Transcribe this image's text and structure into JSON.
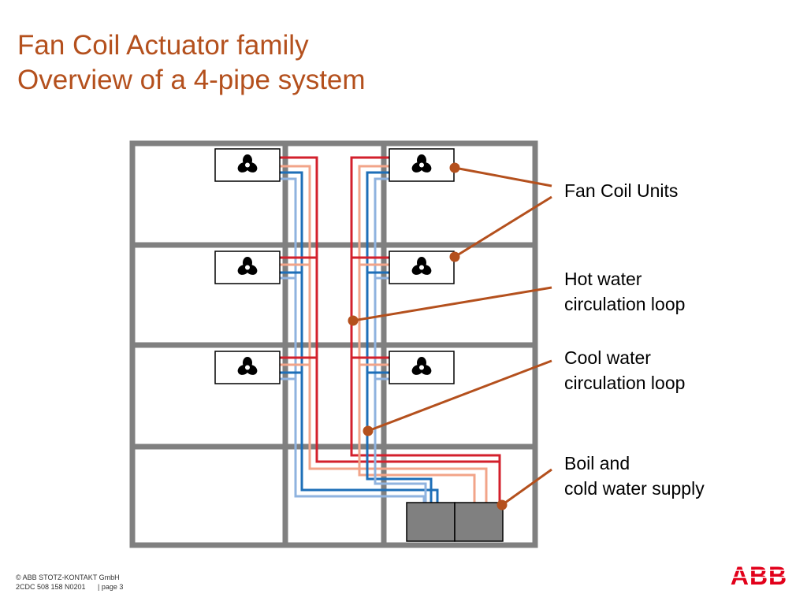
{
  "header": {
    "title": "Fan Coil Actuator family",
    "subtitle": "Overview of a 4-pipe system"
  },
  "diagram": {
    "labels": {
      "fan_coil_units": "Fan Coil Units",
      "hot_loop_1": "Hot water",
      "hot_loop_2": "circulation loop",
      "cool_loop_1": "Cool water",
      "cool_loop_2": "circulation loop",
      "supply_1": "Boil and",
      "supply_2": "cold water supply"
    },
    "fan_icon": "fan-icon",
    "colors": {
      "hot_supply": "#d3202c",
      "hot_return": "#f2a489",
      "cold_supply": "#1e6fb8",
      "cold_return": "#8fb3df",
      "wall": "#808080",
      "leader": "#b4501d",
      "title": "#b4501d",
      "brand": "#e2001a"
    }
  },
  "footer": {
    "copyright": "© ABB STOTZ-KONTAKT GmbH",
    "doc_id": "2CDC 508 158 N0201",
    "page": "| page 3"
  },
  "brand": {
    "logo_text": "ABB"
  }
}
